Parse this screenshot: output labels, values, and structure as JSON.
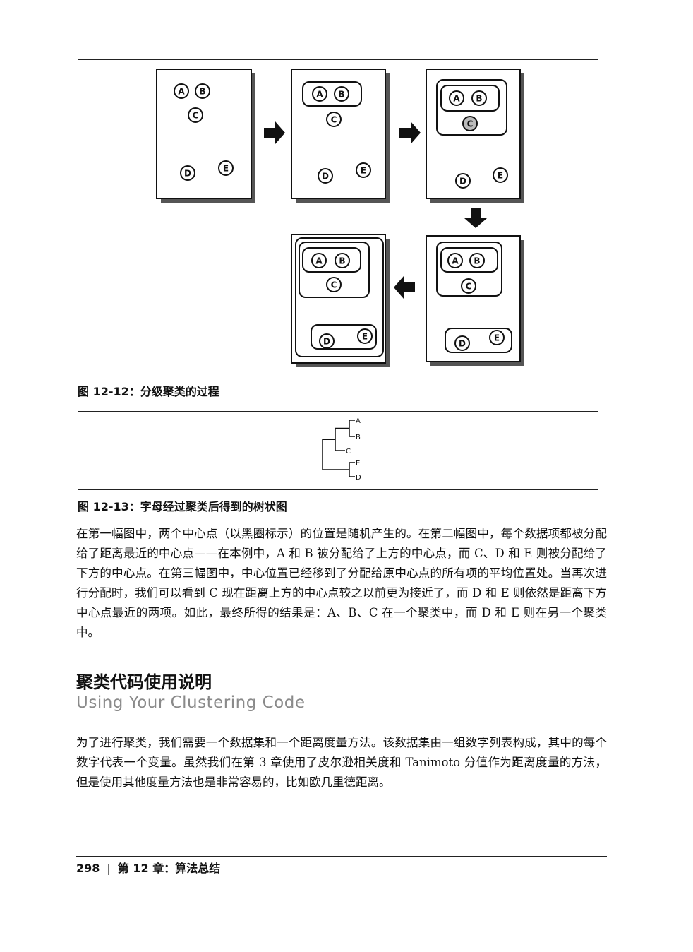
{
  "figure1": {
    "caption": "图 12-12：分级聚类的过程",
    "node_labels": [
      "A",
      "B",
      "C",
      "D",
      "E"
    ]
  },
  "figure2": {
    "caption": "图 12-13：字母经过聚类后得到的树状图",
    "leaf_labels": [
      "A",
      "B",
      "C",
      "E",
      "D"
    ]
  },
  "paragraph1": "在第一幅图中，两个中心点（以黑圈标示）的位置是随机产生的。在第二幅图中，每个数据项都被分配给了距离最近的中心点——在本例中，A 和 B 被分配给了上方的中心点，而 C、D 和 E 则被分配给了下方的中心点。在第三幅图中，中心位置已经移到了分配给原中心点的所有项的平均位置处。当再次进行分配时，我们可以看到 C 现在距离上方的中心点较之以前更为接近了，而 D 和 E 则依然是距离下方中心点最近的两项。如此，最终所得的结果是：A、B、C 在一个聚类中，而 D 和 E 则在另一个聚类中。",
  "section": {
    "title": "聚类代码使用说明",
    "subtitle": "Using Your Clustering Code"
  },
  "paragraph2": "为了进行聚类，我们需要一个数据集和一个距离度量方法。该数据集由一组数字列表构成，其中的每个数字代表一个变量。虽然我们在第 3 章使用了皮尔逊相关度和 Tanimoto 分值作为距离度量的方法，但是使用其他度量方法也是非常容易的，比如欧几里德距离。",
  "footer": {
    "page_number": "298",
    "separator": "|",
    "chapter": "第 12 章：算法总结"
  }
}
